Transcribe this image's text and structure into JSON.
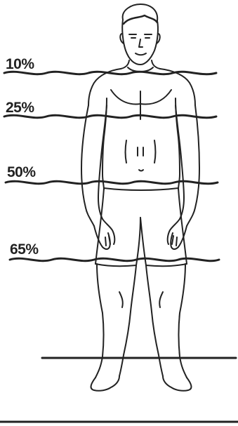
{
  "labels": {
    "level_10": "10%",
    "level_25": "25%",
    "level_50": "50%",
    "level_65": "65%"
  },
  "colors": {
    "ink": "#222222",
    "background": "#ffffff"
  },
  "icons": {
    "figure": "standing-man-icon"
  }
}
